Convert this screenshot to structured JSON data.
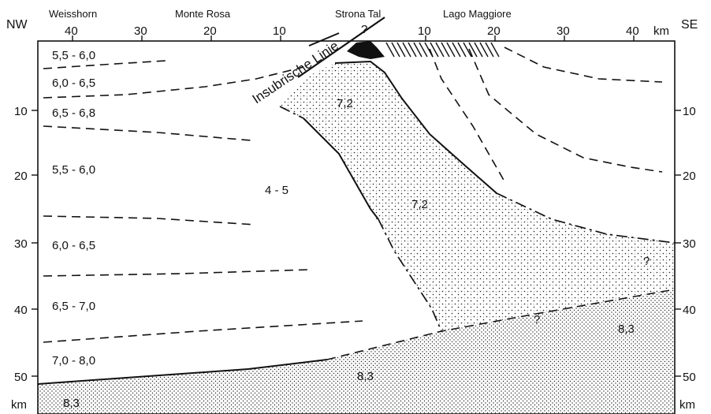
{
  "orientation": {
    "left": "NW",
    "right": "SE"
  },
  "top_places": [
    {
      "id": "weisshorn",
      "label": "Weisshorn"
    },
    {
      "id": "monte-rosa",
      "label": "Monte Rosa"
    },
    {
      "id": "strona-tal",
      "label": "Strona Tal"
    },
    {
      "id": "lago-maggiore",
      "label": "Lago Maggiore"
    }
  ],
  "top_axis": {
    "unit": "km",
    "left_ticks": [
      "40",
      "30",
      "20",
      "10"
    ],
    "right_ticks": [
      "10",
      "20",
      "30",
      "40"
    ]
  },
  "depth_axis": {
    "unit": "km",
    "ticks": [
      "10",
      "20",
      "30",
      "40",
      "50"
    ]
  },
  "fault_label": "Insubrische Linie",
  "velocity_zones_left": [
    "5,5 - 6,0",
    "6,0 - 6,5",
    "6,5 - 6,8",
    "5,5 - 6,0",
    "6,0 - 6,5",
    "6,5 - 7,0",
    "7,0 - 8,0"
  ],
  "velocity_body": [
    "7,2",
    "7,2"
  ],
  "velocity_low_zone": "4 - 5",
  "velocity_mantle": [
    "8,3",
    "8,3",
    "8,3"
  ],
  "uncertain_marks": [
    "?",
    "?",
    "?"
  ],
  "fill_color": "#111111"
}
